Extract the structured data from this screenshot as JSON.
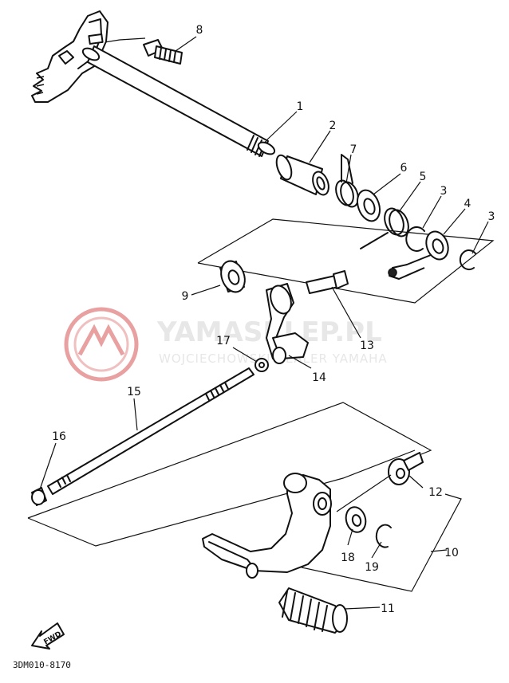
{
  "watermark": {
    "main": "YAMASKLEP.PL",
    "sub": "WOJCIECHOWSKI DEALER YAMAHA",
    "logo_color": "#e8a0a0",
    "text_color": "#e7e7e7"
  },
  "callouts": {
    "c1": "1",
    "c2": "2",
    "c3a": "3",
    "c3b": "3",
    "c4": "4",
    "c5": "5",
    "c6": "6",
    "c7": "7",
    "c8": "8",
    "c9": "9",
    "c10": "10",
    "c11": "11",
    "c12": "12",
    "c13": "13",
    "c14": "14",
    "c15": "15",
    "c16": "16",
    "c17": "17",
    "c18": "18",
    "c19": "19"
  },
  "fwd_label": "FWD",
  "drawing_code": "3DM010-8170"
}
